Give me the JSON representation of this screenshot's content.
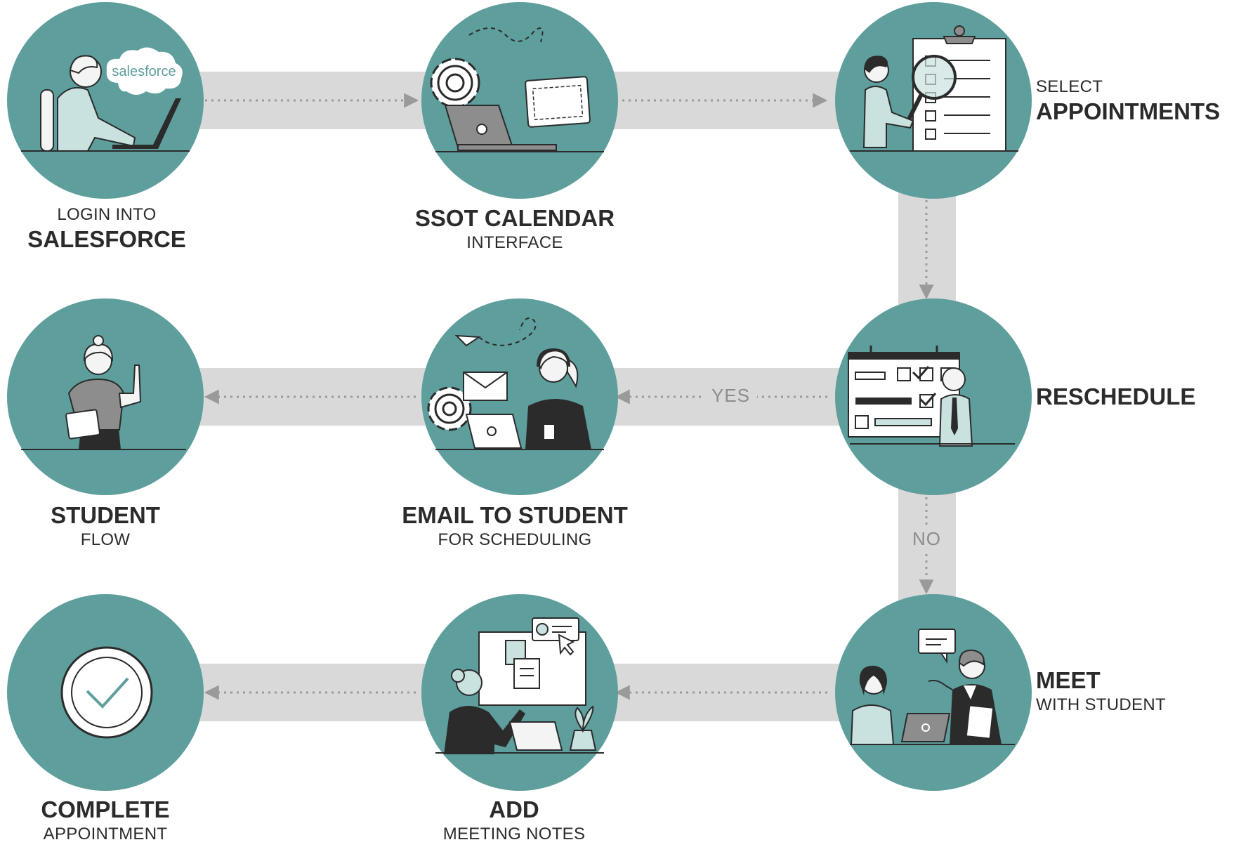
{
  "colors": {
    "circle": "#5e9e9d",
    "connector": "#d9d9d9",
    "arrow": "#9a9a9a",
    "ink": "#2b2b2b",
    "light": "#c9e1df",
    "skin": "#f4f4f4"
  },
  "steps": {
    "login": {
      "line1": "LOGIN INTO",
      "line2": "SALESFORCE",
      "logo_text": "salesforce",
      "icon": "person-laptop-salesforce-icon"
    },
    "calendar": {
      "line1": "SSOT CALENDAR",
      "line2": "INTERFACE",
      "icon": "gear-laptop-calendar-icon"
    },
    "select": {
      "line1": "SELECT",
      "line2": "APPOINTMENTS",
      "icon": "person-checklist-magnifier-icon"
    },
    "reschedule": {
      "line1": "RESCHEDULE",
      "icon": "man-calendar-board-icon"
    },
    "email": {
      "line1": "EMAIL TO STUDENT",
      "line2": "FOR SCHEDULING",
      "icon": "woman-headset-email-icon"
    },
    "student": {
      "line1": "STUDENT",
      "line2": "FLOW",
      "icon": "student-tablet-icon"
    },
    "meet": {
      "line1": "MEET",
      "line2": "WITH STUDENT",
      "icon": "two-people-meeting-icon"
    },
    "notes": {
      "line1": "ADD",
      "line2": "MEETING NOTES",
      "icon": "woman-board-notes-icon"
    },
    "complete": {
      "line1": "COMPLETE",
      "line2": "APPOINTMENT",
      "icon": "check-circle-icon"
    }
  },
  "branches": {
    "yes": "YES",
    "no": "NO"
  }
}
